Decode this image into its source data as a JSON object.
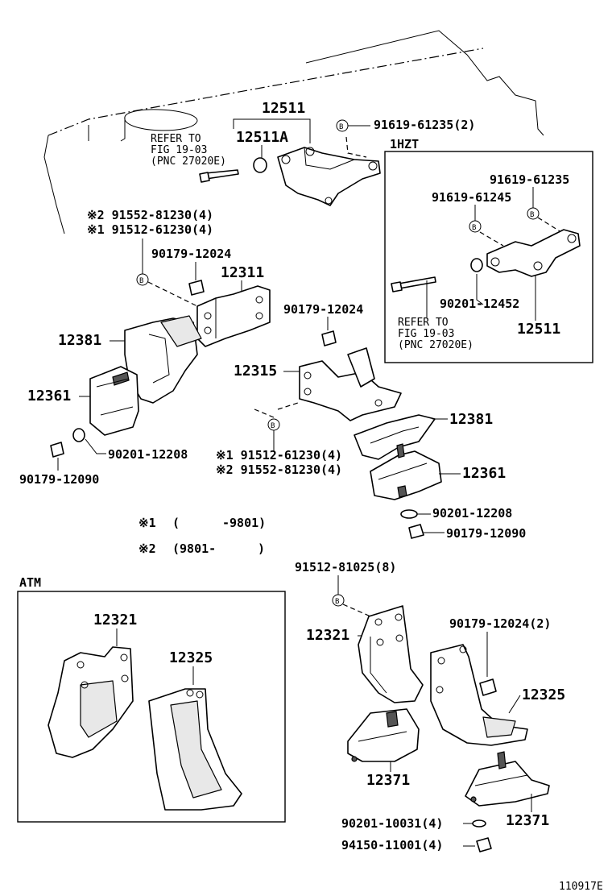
{
  "labels": {
    "p12511_top": "12511",
    "p12511a": "12511A",
    "p91619_61235_2": "91619-61235(2)",
    "refer_to_1": "REFER TO",
    "fig_1": "FIG 19-03",
    "pnc_1": "(PNC 27020E)",
    "hzt": "1HZT",
    "p91619_61235": "91619-61235",
    "p91619_61245": "91619-61245",
    "p90201_12452": "90201-12452",
    "refer_to_2": "REFER TO",
    "fig_2": "FIG 19-03",
    "pnc_2": "(PNC 27020E)",
    "p12511_box": "12511",
    "p91552_81230_a": "※2 91552-81230(4)",
    "p91512_61230_a": "※1 91512-61230(4)",
    "p90179_12024_a": "90179-12024",
    "p12311": "12311",
    "p90179_12024_b": "90179-12024",
    "p12381_left": "12381",
    "p12315": "12315",
    "p12361_left": "12361",
    "p12381_right": "12381",
    "p90201_12208_left": "90201-12208",
    "p91512_61230_b": "※1 91512-61230(4)",
    "p91552_81230_b": "※2 91552-81230(4)",
    "p12361_right": "12361",
    "p90179_12090_left": "90179-12090",
    "p90201_12208_right": "90201-12208",
    "p90179_12090_right": "90179-12090",
    "note1_mark": "※1",
    "note1_open": "(",
    "note1_text": "-9801)",
    "note2_mark": "※2",
    "note2_text": "(9801-",
    "note2_close": ")",
    "p91512_81025": "91512-81025(8)",
    "atm": "ATM",
    "p12321_box": "12321",
    "p12325_box": "12325",
    "p12321": "12321",
    "p90179_12024_2": "90179-12024(2)",
    "p12325": "12325",
    "p12371_left": "12371",
    "p90201_10031": "90201-10031(4)",
    "p12371_right": "12371",
    "p94150_11001": "94150-11001(4)",
    "ref_code": "110917E"
  }
}
